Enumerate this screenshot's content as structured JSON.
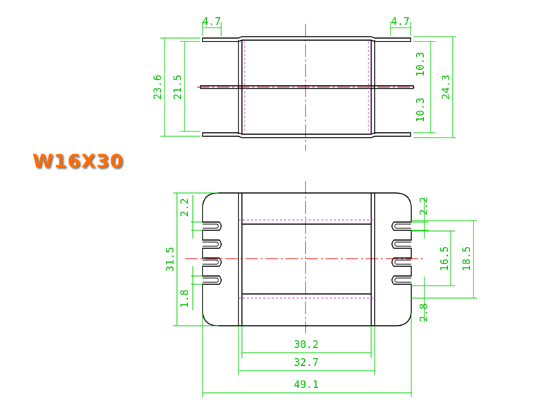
{
  "title": "W16X30",
  "colors": {
    "dimension": "#00cc00",
    "centerline": "#dd0000",
    "hidden": "#cc33cc",
    "part": "#000000",
    "title": "#ff6a00"
  },
  "top_view": {
    "dims": {
      "flange_left": "4.7",
      "flange_right": "4.7",
      "height_outer_left": "23.6",
      "height_inner_left": "21.5",
      "half_upper": "10.3",
      "half_lower": "10.3",
      "height_right": "24.3"
    }
  },
  "front_view": {
    "dims": {
      "slot_top_left": "2.2",
      "height_left": "31.5",
      "pin_pitch": "1.8",
      "slot_top_right": "2.2",
      "inner_right": "16.5",
      "outer_right": "18.5",
      "bottom_right": "2.8",
      "width_inner": "30.2",
      "width_mid": "32.7",
      "width_total": "49.1"
    }
  }
}
